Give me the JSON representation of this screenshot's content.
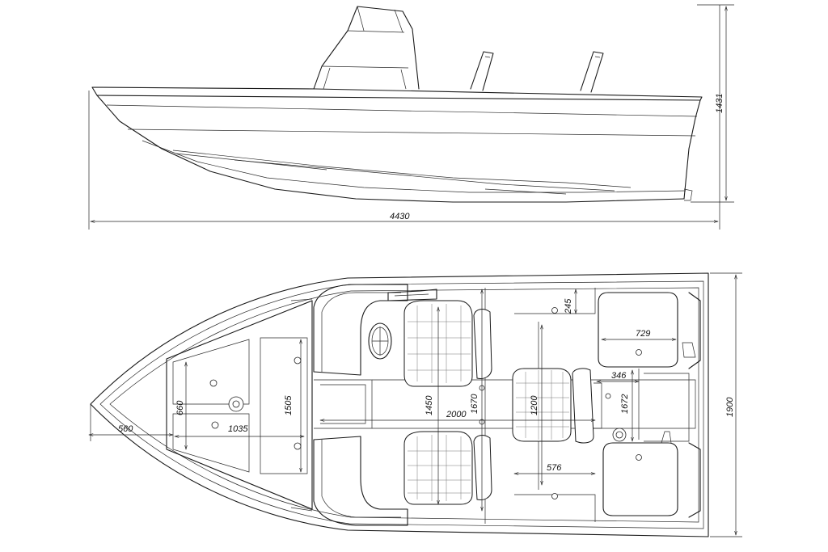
{
  "dimensions": {
    "overall_length": "4430",
    "overall_height": "1431",
    "overall_beam": "1900",
    "bow_offset": "560",
    "bow_hatch_width": "660",
    "bow_hatch_length": "1035",
    "bow_deck_length": "1505",
    "cockpit_width": "1450",
    "cockpit_length": "2000",
    "cockpit_inner_width": "1670",
    "bench_width": "1200",
    "aft_hatch_offset": "245",
    "aft_hatch_width": "729",
    "console_offset": "346",
    "stern_width": "1672",
    "aft_floor_length": "576"
  }
}
